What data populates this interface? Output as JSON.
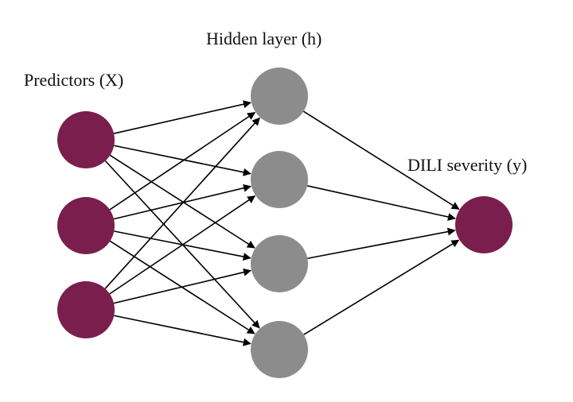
{
  "labels": {
    "predictors": "Predictors (X)",
    "hidden": "Hidden layer (h)",
    "output": "DILI severity (y)"
  },
  "network": {
    "input_nodes": 3,
    "hidden_nodes": 4,
    "output_nodes": 1,
    "input_color": "#7a1e4e",
    "hidden_color": "#8c8c8c",
    "output_color": "#7a1e4e",
    "edge_color": "#000000"
  }
}
